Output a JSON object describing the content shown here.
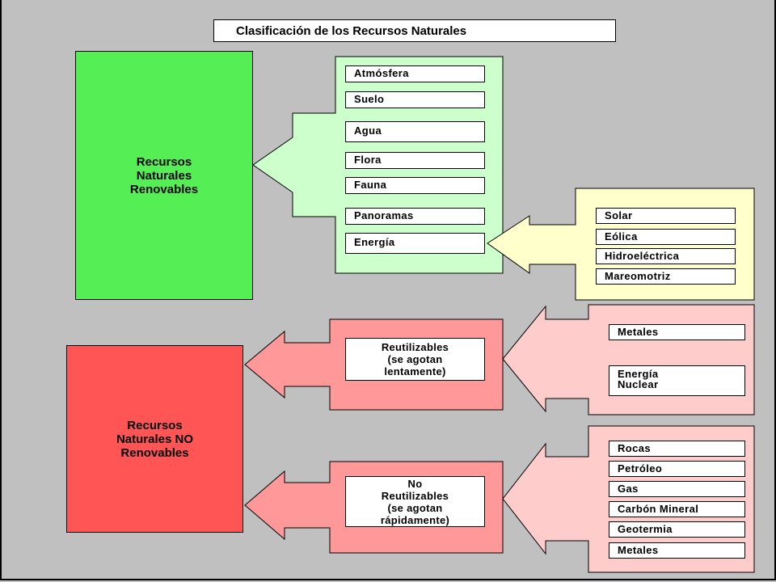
{
  "title": "Clasificación de los Recursos Naturales",
  "renovables": {
    "label": "Recursos\nNaturales\nRenovables",
    "items": [
      "Atmósfera",
      "Suelo",
      "Agua",
      "Flora",
      "Fauna",
      "Panoramas",
      "Energía"
    ],
    "energia_items": [
      "Solar",
      "Eólica",
      "Hidroeléctrica",
      "Mareomotriz"
    ]
  },
  "no_renovables": {
    "label": "Recursos\nNaturales NO\nRenovables",
    "reutilizables": {
      "label": "Reutilizables\n(se agotan\nlentamente)",
      "items": [
        "Metales",
        "Energía\nNuclear"
      ]
    },
    "no_reutilizables": {
      "label": "No\nReutilizables\n(se agotan\nrápidamente)",
      "items": [
        "Rocas",
        "Petróleo",
        "Gas",
        "Carbón Mineral",
        "Geotermia",
        "Metales"
      ]
    }
  },
  "colors": {
    "background": "#c0c0c0",
    "renovable_main": "#55ee55",
    "renovable_light": "#ccffcc",
    "energia_light": "#ffffcc",
    "no_renovable_main": "#ff5555",
    "no_renovable_mid": "#ff9999",
    "no_renovable_light": "#ffcccc"
  }
}
